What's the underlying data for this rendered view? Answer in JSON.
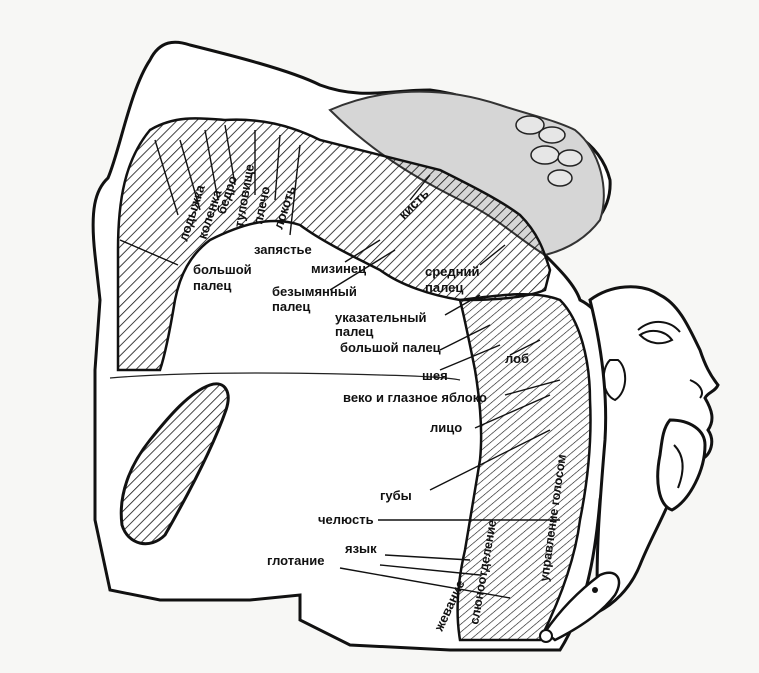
{
  "labels": {
    "lodyzhka": "лодыжка",
    "kolenka": "коленка",
    "bedro": "бедро",
    "tulovishche": "туловище",
    "plecho": "плечо",
    "lokot": "локоть",
    "zapyastye": "запястье",
    "kist": "кисть",
    "bolshoy_palec_1": "большой",
    "bolshoy_palec_2": "палец",
    "mizinec": "мизинец",
    "sredniy_1": "средний",
    "sredniy_2": "палец",
    "bezymyanny_1": "безымянный",
    "bezymyanny_2": "палец",
    "ukazatelny_1": "указательный",
    "ukazatelny_2": "палец",
    "bolshoy_palec_hand": "большой палец",
    "sheya": "шея",
    "lob": "лоб",
    "veko": "веко и глазное яблоко",
    "lico": "лицо",
    "guby": "губы",
    "chelyust": "челюсть",
    "yazyk": "язык",
    "glotanie": "глотание",
    "zhevanie": "жевание",
    "slyunootdelenie": "слюноотделение",
    "upravlenie_golosom": "управление голосом"
  },
  "colors": {
    "ink": "#111111",
    "paper": "#f7f7f5",
    "shade": "#cfcfcf"
  }
}
